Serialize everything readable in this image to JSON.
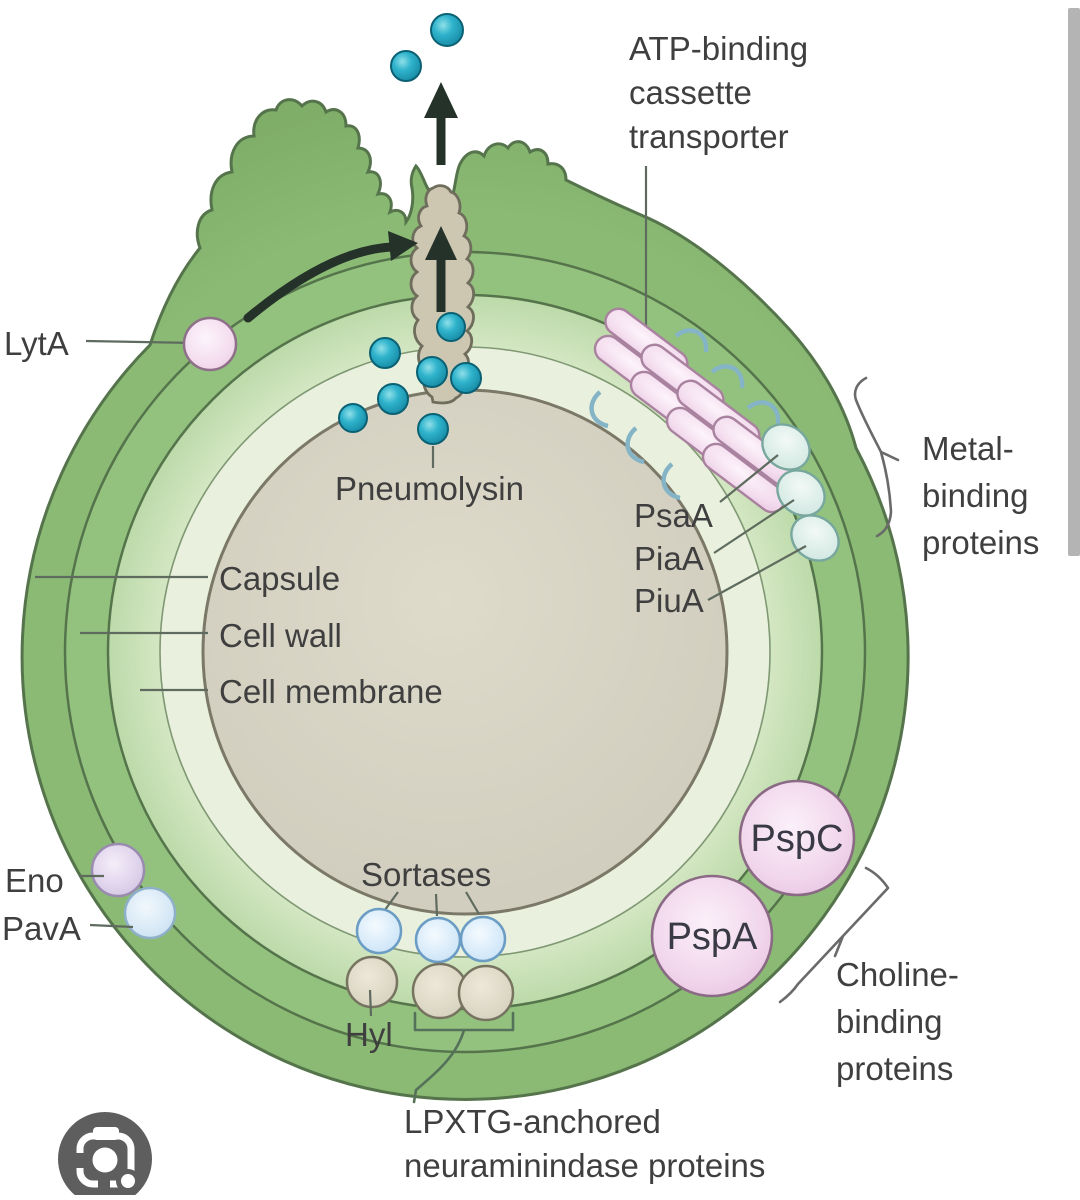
{
  "diagram": {
    "cell_layers": {
      "capsule": "Capsule",
      "cell_wall": "Cell wall",
      "cell_membrane": "Cell membrane"
    },
    "proteins": {
      "lyta": "LytA",
      "pneumolysin": "Pneumolysin",
      "psaA": "PsaA",
      "piaA": "PiaA",
      "piuA": "PiuA",
      "eno": "Eno",
      "pavA": "PavA",
      "sortases": "Sortases",
      "hyl": "Hyl",
      "pspA": "PspA",
      "pspC": "PspC"
    },
    "annotations": {
      "atp": [
        "ATP-binding",
        "cassette",
        "transporter"
      ],
      "metal": [
        "Metal-",
        "binding",
        "proteins"
      ],
      "choline": [
        "Choline-",
        "binding",
        "proteins"
      ],
      "lpxtg": [
        "LPXTG-anchored",
        "neuraminindase proteins"
      ]
    },
    "colors": {
      "capsule_green": "#88b973",
      "cell_wall_green": "#93c27e",
      "membrane_light_green": "#cde4bc",
      "inner_pale": "#e9f1de",
      "cytoplasm_tan": "#d8d4c6",
      "pneumolysin_teal": "#2fb3cc",
      "protein_pink": "#f0d4ec",
      "metal_protein_cyan": "#ddeee9",
      "sortase_blue": "#d8eafa",
      "neuraminidase_tan": "#ded8c7",
      "eno_lavender": "#dccfe9",
      "pava_blue": "#d6e8f5",
      "text_gray": "#3f3f3f",
      "camera_button_gray": "#5e5e5e"
    }
  },
  "viewer": {
    "camera_icon": "google-lens-camera",
    "scrollbar": "scrollbar-thumb"
  }
}
